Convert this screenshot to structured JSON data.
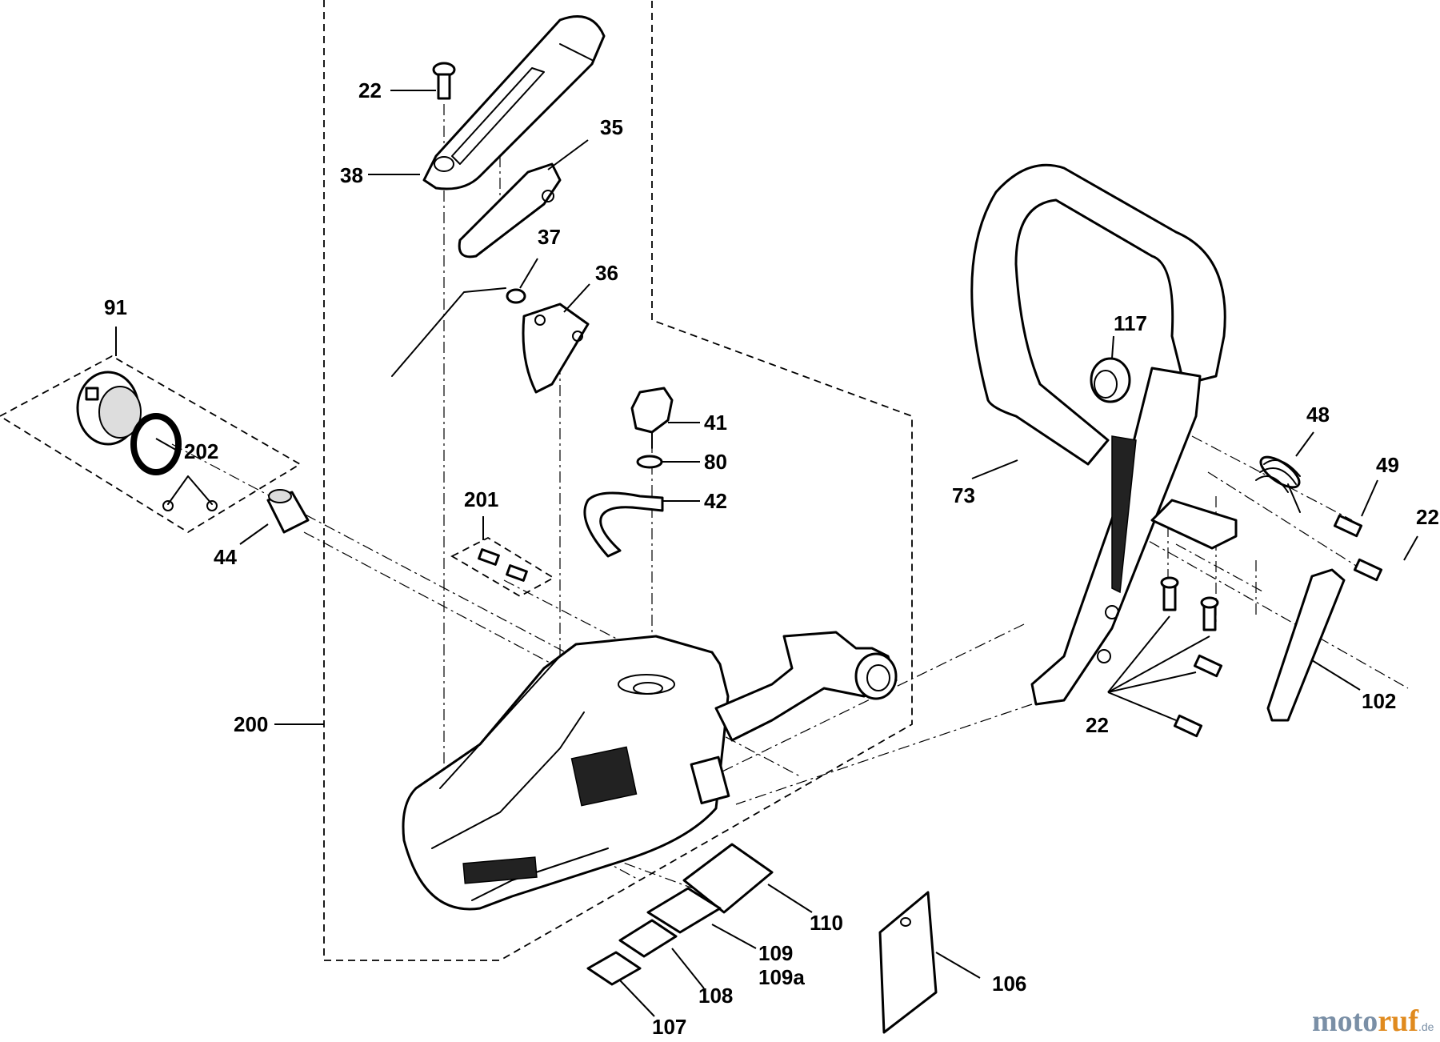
{
  "parts": [
    {
      "key": "p22a",
      "label": "22"
    },
    {
      "key": "p38",
      "label": "38"
    },
    {
      "key": "p35",
      "label": "35"
    },
    {
      "key": "p37",
      "label": "37"
    },
    {
      "key": "p36",
      "label": "36"
    },
    {
      "key": "p91",
      "label": "91"
    },
    {
      "key": "p202",
      "label": "202"
    },
    {
      "key": "p44",
      "label": "44"
    },
    {
      "key": "p41",
      "label": "41"
    },
    {
      "key": "p80",
      "label": "80"
    },
    {
      "key": "p42",
      "label": "42"
    },
    {
      "key": "p201",
      "label": "201"
    },
    {
      "key": "p200",
      "label": "200"
    },
    {
      "key": "p117",
      "label": "117"
    },
    {
      "key": "p48",
      "label": "48"
    },
    {
      "key": "p49",
      "label": "49"
    },
    {
      "key": "p22b",
      "label": "22"
    },
    {
      "key": "p73",
      "label": "73"
    },
    {
      "key": "p102",
      "label": "102"
    },
    {
      "key": "p22c",
      "label": "22"
    },
    {
      "key": "p110",
      "label": "110"
    },
    {
      "key": "p109",
      "label": "109"
    },
    {
      "key": "p109a",
      "label": "109a"
    },
    {
      "key": "p108",
      "label": "108"
    },
    {
      "key": "p107",
      "label": "107"
    },
    {
      "key": "p106",
      "label": "106"
    }
  ],
  "watermark": {
    "part1": "moto",
    "part2": "ruf",
    "suffix": ".de"
  }
}
